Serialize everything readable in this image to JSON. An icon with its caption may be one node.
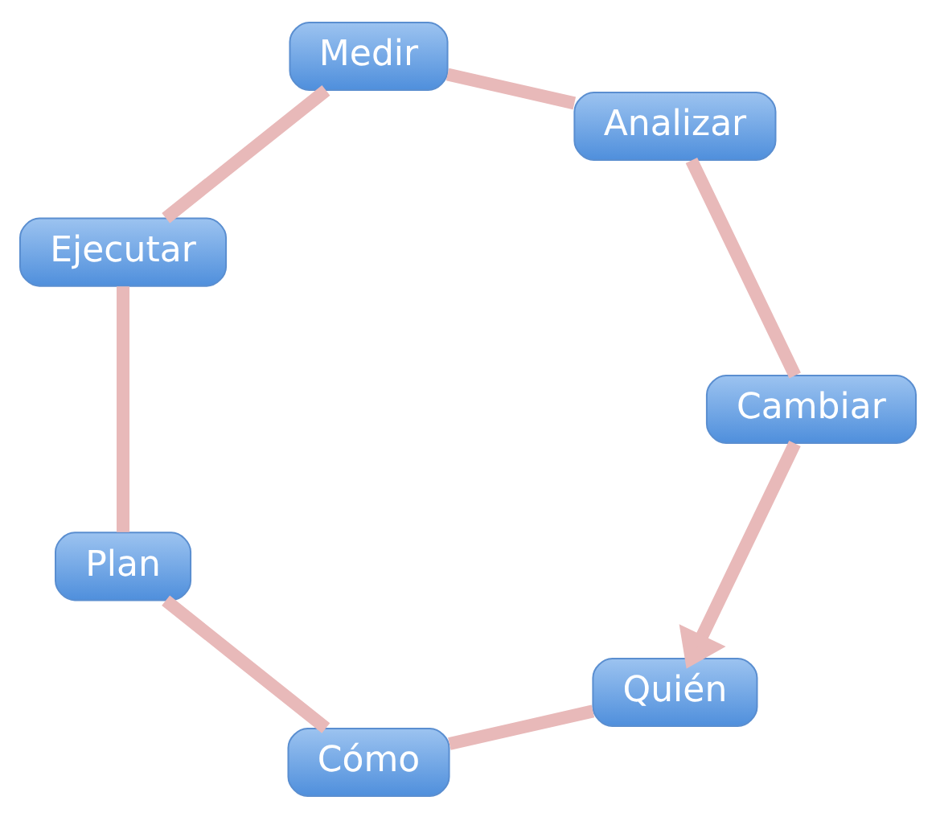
{
  "diagram": {
    "nodes": [
      {
        "text": [
          "Quién"
        ]
      },
      {
        "text": [
          "Cómo"
        ]
      },
      {
        "text": [
          "Plan"
        ]
      },
      {
        "text": [
          "Ejecutar"
        ]
      },
      {
        "text": [
          "Medir"
        ]
      },
      {
        "text": [
          "Analizar"
        ]
      },
      {
        "text": [
          "Cambiar"
        ]
      }
    ],
    "edges": [
      {
        "from": 0,
        "to": 1,
        "arrow": "none"
      },
      {
        "from": 1,
        "to": 2,
        "arrow": "none"
      },
      {
        "from": 2,
        "to": 3,
        "arrow": "none"
      },
      {
        "from": 3,
        "to": 4,
        "arrow": "none"
      },
      {
        "from": 4,
        "to": 5,
        "arrow": "none"
      },
      {
        "from": 5,
        "to": 6,
        "arrow": "none"
      },
      {
        "from": 6,
        "to": 0,
        "arrow": "to"
      }
    ]
  }
}
